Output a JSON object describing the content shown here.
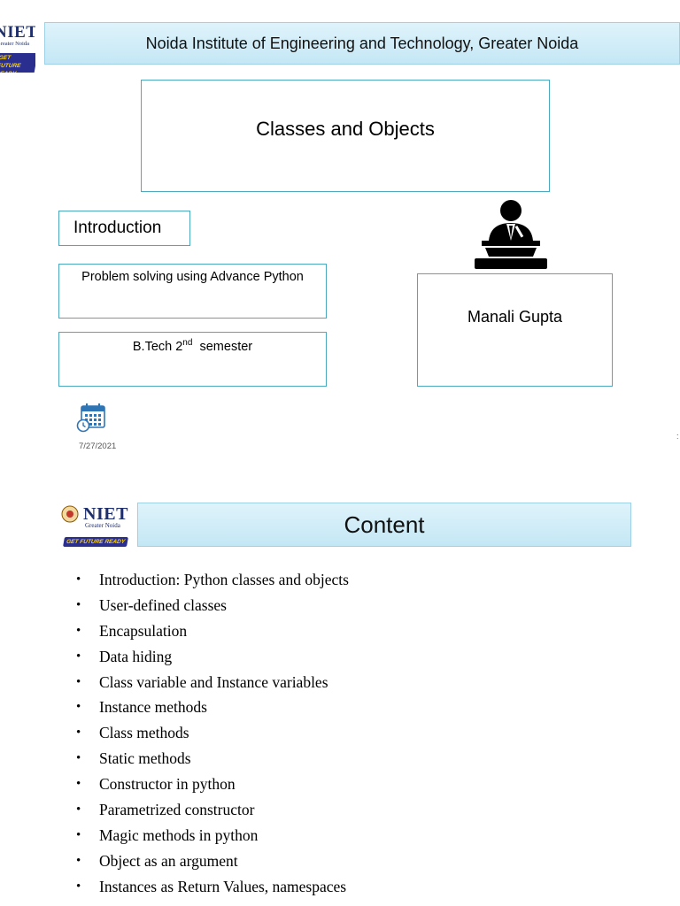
{
  "logo": {
    "name": "NIET",
    "subtitle": "Greater Noida",
    "badge": "GET FUTURE READY"
  },
  "slide1": {
    "header": "Noida Institute of Engineering and Technology, Greater Noida",
    "title": "Classes and Objects",
    "intro_label": "Introduction",
    "subject": "Problem solving using Advance Python",
    "semester_prefix": "B.Tech 2",
    "semester_sup": "nd",
    "semester_suffix": "semester",
    "presenter": "Manali Gupta",
    "date": "7/27/2021",
    "icons": [
      "speaker-podium-icon",
      "calendar-clock-icon"
    ]
  },
  "slide2": {
    "header": "Content",
    "items": [
      "Introduction: Python classes and objects",
      "User-defined classes",
      "Encapsulation",
      "Data hiding",
      "Class variable and Instance variables",
      "Instance methods",
      "Class methods",
      "Static methods",
      "Constructor in python",
      "Parametrized constructor",
      "Magic methods in python",
      "Object as an argument",
      "Instances as Return Values, namespaces"
    ]
  },
  "colors": {
    "header_bg": "#c4e7f5",
    "box_border": "#4da9bf",
    "logo_blue": "#1f2f6b",
    "badge_yellow": "#ffd400"
  }
}
